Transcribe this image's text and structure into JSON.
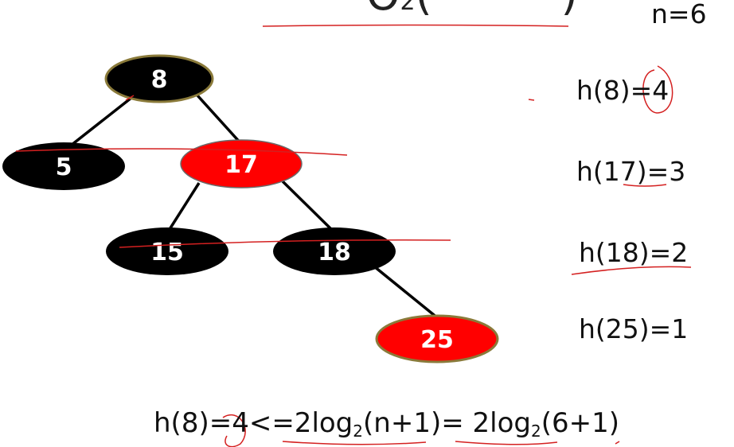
{
  "header": {
    "n_label": "n=6"
  },
  "tree": {
    "nodes": [
      {
        "key": "8",
        "color": "black"
      },
      {
        "key": "5",
        "color": "black"
      },
      {
        "key": "17",
        "color": "red"
      },
      {
        "key": "15",
        "color": "black"
      },
      {
        "key": "18",
        "color": "black"
      },
      {
        "key": "25",
        "color": "red"
      }
    ],
    "edges": [
      [
        "8",
        "5"
      ],
      [
        "8",
        "17"
      ],
      [
        "17",
        "15"
      ],
      [
        "17",
        "18"
      ],
      [
        "18",
        "25"
      ]
    ]
  },
  "heights": [
    {
      "label": "h(8)=4"
    },
    {
      "label": "h(17)=3"
    },
    {
      "label": "h(18)=2"
    },
    {
      "label": "h(25)=1"
    }
  ],
  "formula": {
    "part1": "h(8)=4<=2log",
    "sub1": "2",
    "part2": "(n+1)= 2log",
    "sub2": "2",
    "part3": "(6+1)"
  },
  "colors": {
    "black_node": "#000000",
    "red_node": "#ff0000",
    "node_border": "#8a7a3a",
    "annotation_red": "#d42020",
    "edge": "#000000"
  }
}
